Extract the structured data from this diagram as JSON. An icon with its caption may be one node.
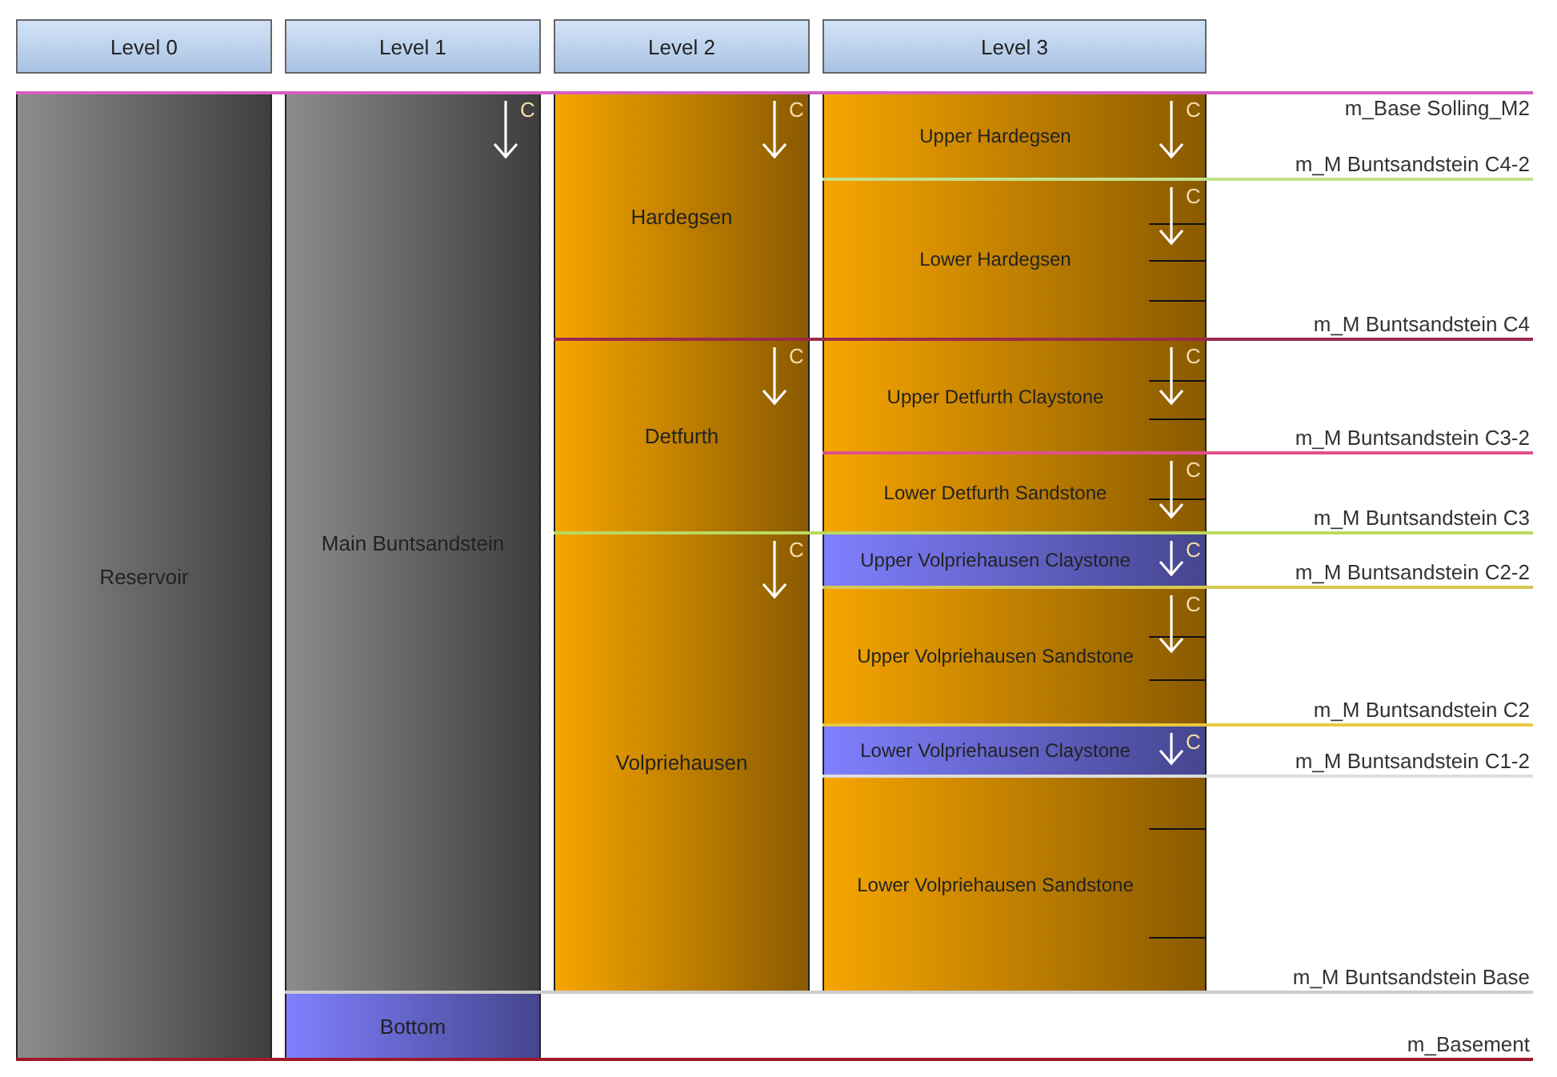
{
  "diagram": {
    "nodes": [
      {
        "text": [
          "Level 0"
        ]
      },
      {
        "text": [
          "Level 1"
        ]
      },
      {
        "text": [
          "Level 2"
        ]
      },
      {
        "text": [
          "Level 3"
        ]
      },
      {
        "text": [
          "Reservoir"
        ]
      },
      {
        "text": [
          "Main Buntsandstein"
        ]
      },
      {
        "text": [
          "Bottom"
        ]
      },
      {
        "text": [
          "Hardegsen"
        ]
      },
      {
        "text": [
          "Detfurth"
        ]
      },
      {
        "text": [
          "Volpriehausen"
        ]
      },
      {
        "text": [
          "Upper Hardegsen"
        ]
      },
      {
        "text": [
          "Lower Hardegsen"
        ]
      },
      {
        "text": [
          "Upper Detfurth Claystone"
        ]
      },
      {
        "text": [
          "Lower Detfurth Sandstone"
        ]
      },
      {
        "text": [
          "Upper Volpriehausen Claystone"
        ]
      },
      {
        "text": [
          "Upper Volpriehausen Sandstone"
        ]
      },
      {
        "text": [
          "Lower Volpriehausen Claystone"
        ]
      },
      {
        "text": [
          "Lower Volpriehausen Sandstone"
        ]
      }
    ],
    "labels": [
      "C",
      "C",
      "C",
      "m_Base Solling_M2",
      "m_M Buntsandstein C4-2",
      "C",
      "m_M Buntsandstein C4",
      "C",
      "C",
      "m_M Buntsandstein C3-2",
      "C",
      "m_M Buntsandstein C3",
      "C",
      "C",
      "m_M Buntsandstein C2-2",
      "C",
      "m_M Buntsandstein C2",
      "C",
      "m_M Buntsandstein C1-2",
      "m_M Buntsandstein Base",
      "m_Basement"
    ]
  }
}
